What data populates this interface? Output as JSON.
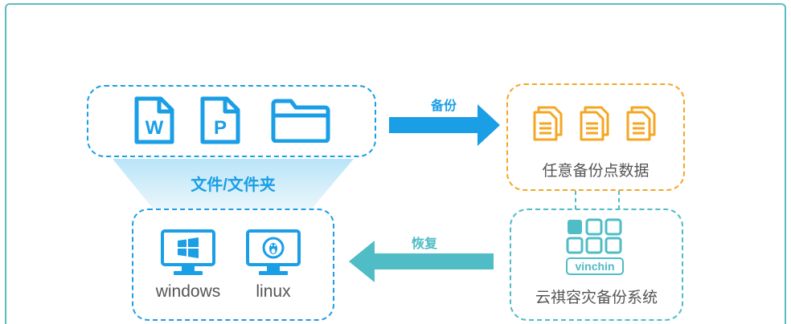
{
  "files_group": {
    "caption": "文件/文件夹",
    "word_glyph": "W",
    "ppt_glyph": "P"
  },
  "backup_arrow": {
    "label": "备份"
  },
  "restore_arrow": {
    "label": "恢复"
  },
  "backup_points": {
    "caption": "任意备份点数据"
  },
  "vinchin_system": {
    "logo_text": "vinchin",
    "caption": "云祺容灾备份系统"
  },
  "os_group": {
    "windows_label": "windows",
    "linux_label": "linux"
  },
  "colors": {
    "blue": "#1a9ee6",
    "orange": "#f5a623",
    "teal": "#4fbcc6",
    "frame": "#5bbcc0"
  }
}
